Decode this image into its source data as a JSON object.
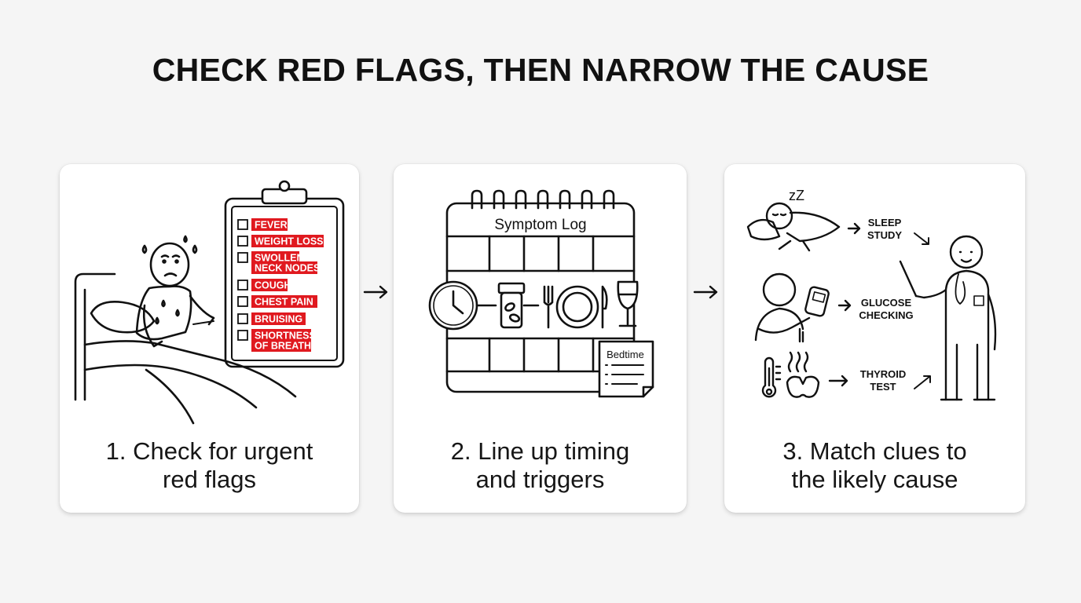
{
  "title": "CHECK RED FLAGS, THEN NARROW THE CAUSE",
  "accent_color": "#e0191f",
  "steps": [
    {
      "caption_line1": "1. Check for urgent",
      "caption_line2": "red flags",
      "checklist": [
        "FEVER",
        "WEIGHT LOSS",
        "SWOLLEN",
        "NECK NODES",
        "COUGH",
        "CHEST PAIN",
        "BRUISING",
        "SHORTNESS",
        "OF BREATH"
      ]
    },
    {
      "caption_line1": "2. Line up timing",
      "caption_line2": "and triggers",
      "log_title": "Symptom Log",
      "note_label": "Bedtime"
    },
    {
      "caption_line1": "3. Match clues to",
      "caption_line2": "the likely cause",
      "tests": [
        "SLEEP",
        "STUDY",
        "GLUCOSE",
        "CHECKING",
        "THYROID",
        "TEST"
      ],
      "sleep_z": "zZ"
    }
  ]
}
